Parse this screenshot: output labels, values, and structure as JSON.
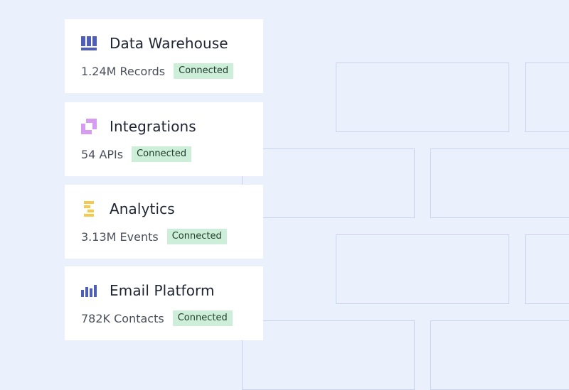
{
  "cards": [
    {
      "title": "Data Warehouse",
      "stat": "1.24M Records",
      "status": "Connected",
      "icon": "database-columns-icon",
      "icon_color": "#4f5fb8"
    },
    {
      "title": "Integrations",
      "stat": "54 APIs",
      "status": "Connected",
      "icon": "integration-squares-icon",
      "icon_color": "#d79cf2"
    },
    {
      "title": "Analytics",
      "stat": "3.13M Events",
      "status": "Connected",
      "icon": "analytics-stack-icon",
      "icon_color": "#f3c94e"
    },
    {
      "title": "Email Platform",
      "stat": "782K Contacts",
      "status": "Connected",
      "icon": "bar-chart-icon",
      "icon_color": "#4f5fb8"
    }
  ],
  "colors": {
    "background": "#eaf1fd",
    "grid_line": "#c9d3ee",
    "badge_bg": "#cdeed8",
    "badge_text": "#1f3b2a"
  }
}
